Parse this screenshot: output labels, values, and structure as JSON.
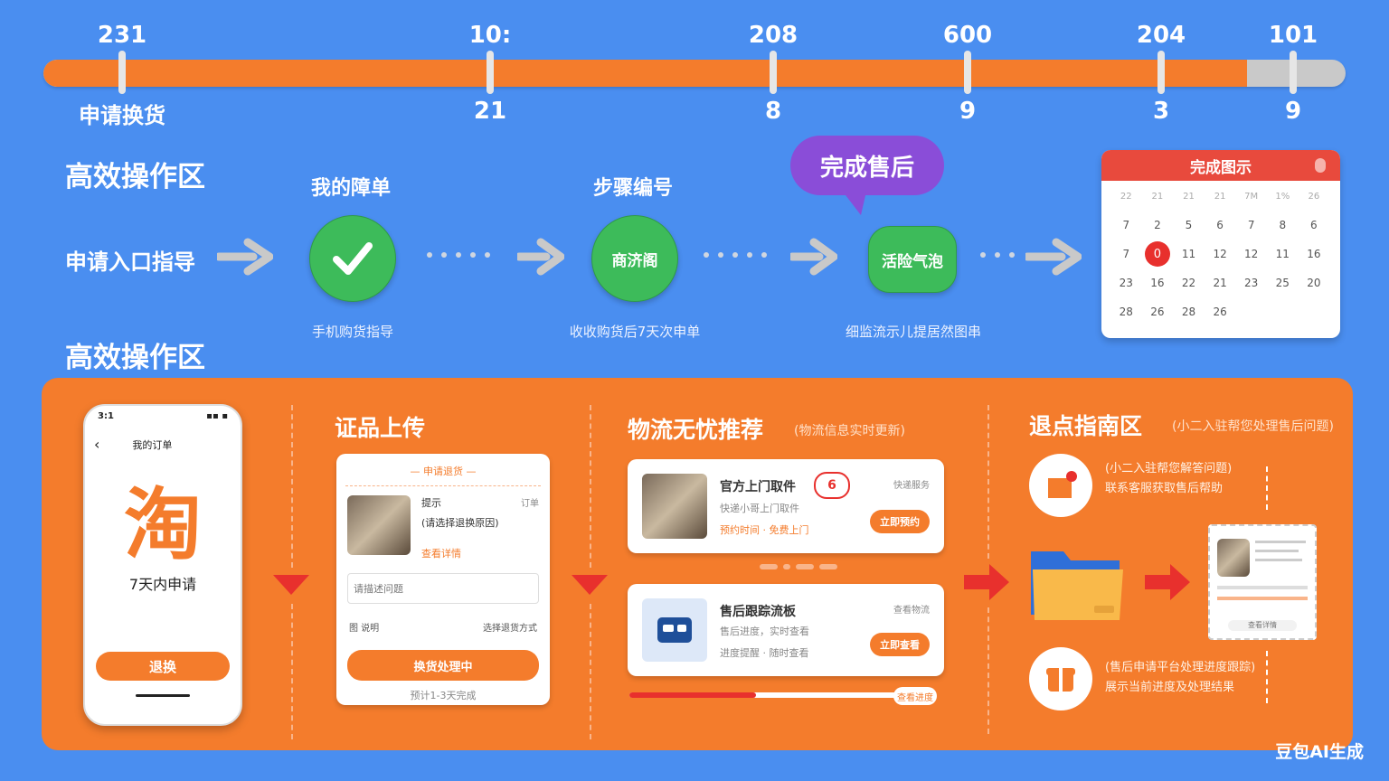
{
  "progress": {
    "fill_fraction": 0.924,
    "ticks": [
      {
        "top": "231",
        "bottom": "申请换货"
      },
      {
        "top": "10:",
        "bottom": "21"
      },
      {
        "top": "208",
        "bottom": "8"
      },
      {
        "top": "600",
        "bottom": "9"
      },
      {
        "top": "204",
        "bottom": "3"
      },
      {
        "top": "101",
        "bottom": "9"
      }
    ]
  },
  "section1": {
    "heading": "高效操作区",
    "entry_label": "申请入口指导"
  },
  "steps": [
    {
      "title": "我的障单",
      "circle_text": "",
      "caption": "手机购货指导"
    },
    {
      "title": "步骤编号",
      "circle_text": "商济阁",
      "caption": "收收购货后7天次申单"
    },
    {
      "title": "",
      "circle_text": "活险气泡",
      "caption": "细监流示儿提居然图串"
    }
  ],
  "bubble": {
    "label": "完成售后",
    "color": "#8a4dd8"
  },
  "calendar": {
    "title": "完成图示",
    "header_row": [
      "22",
      "21",
      "21",
      "21",
      "7M",
      "1%",
      "26"
    ],
    "rows": [
      [
        "7",
        "2",
        "5",
        "6",
        "7",
        "8",
        "6"
      ],
      [
        "7",
        "0",
        "11",
        "12",
        "12",
        "11",
        "16"
      ],
      [
        "23",
        "16",
        "22",
        "21",
        "23",
        "25",
        "20"
      ],
      [
        "28",
        "26",
        "28",
        "26",
        "",
        "",
        ""
      ]
    ],
    "selected": "0"
  },
  "section2": {
    "heading": "高效操作区"
  },
  "phone": {
    "time": "3:1",
    "signal": "▪▪ ▪",
    "nav_title": "我的订单",
    "logo_char": "淘",
    "subtitle": "7天内申请",
    "button": "退换"
  },
  "upload": {
    "title": "证品上传",
    "card_header": "— 申请退货 —",
    "item_label": "提示",
    "item_desc": "(请选择退换原因)",
    "item_tag": "订单",
    "item_link": "查看详情",
    "input_placeholder": "请描述问题",
    "row_left": "图 说明",
    "row_right": "选择退货方式",
    "button": "换货处理中",
    "footer": "预计1-3天完成"
  },
  "logistics": {
    "title": "物流无忧推荐",
    "subtitle": "(物流信息实时更新)",
    "cards": [
      {
        "title": "官方上门取件",
        "desc": "快递小哥上门取件",
        "note": "预约时间 · 免费上门",
        "badge": "6",
        "tag": "快递服务",
        "button": "立即预约"
      },
      {
        "title": "售后跟踪流板",
        "desc": "售后进度，实时查看",
        "note": "进度提醒 · 随时查看",
        "tag": "查看物流",
        "button": "立即查看"
      }
    ],
    "progress_label": "查看进度"
  },
  "guide": {
    "title": "退点指南区",
    "subtitle": "(小二入驻帮您处理售后问题)",
    "top_text": [
      "(小二入驻帮您解答问题)",
      "联系客服获取售后帮助"
    ],
    "bottom_text": [
      "(售后申请平台处理进度跟踪)",
      "展示当前进度及处理结果"
    ],
    "receipt_button": "查看详情"
  },
  "watermark": "豆包AI生成",
  "colors": {
    "background": "#4a8ef0",
    "accent": "#f47c2c",
    "success": "#3dbb5a",
    "alert": "#e8302d",
    "bubble": "#8a4dd8"
  }
}
